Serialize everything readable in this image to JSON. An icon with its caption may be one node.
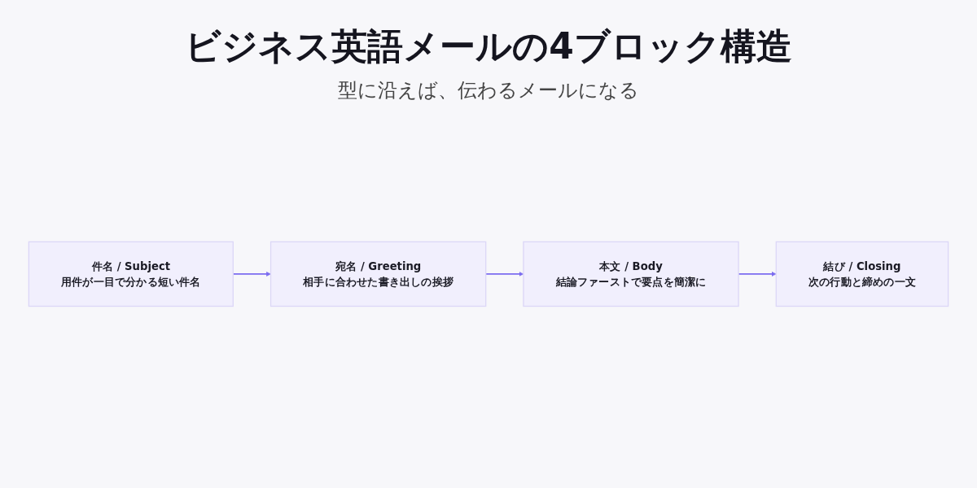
{
  "diagram": {
    "title": "ビジネス英語メールの4ブロック構造",
    "nodes": [
      {
        "text": [
          "件名 / Subject",
          "用件が一目で分かる短い件名"
        ]
      },
      {
        "text": [
          "宛名 / Greeting",
          "相手に合わせた書き出しの挨拶"
        ]
      },
      {
        "text": [
          "本文 / Body",
          "結論ファーストで要点を簡潔に"
        ]
      },
      {
        "text": [
          "結び / Closing",
          "次の行動と締めの一文"
        ]
      }
    ],
    "edges": [
      {
        "from": 0,
        "to": 1,
        "arrow": "to"
      },
      {
        "from": 1,
        "to": 2,
        "arrow": "to"
      },
      {
        "from": 2,
        "to": 3,
        "arrow": "to"
      }
    ],
    "labels": [
      "型に沿えば、伝わるメールになる"
    ]
  }
}
